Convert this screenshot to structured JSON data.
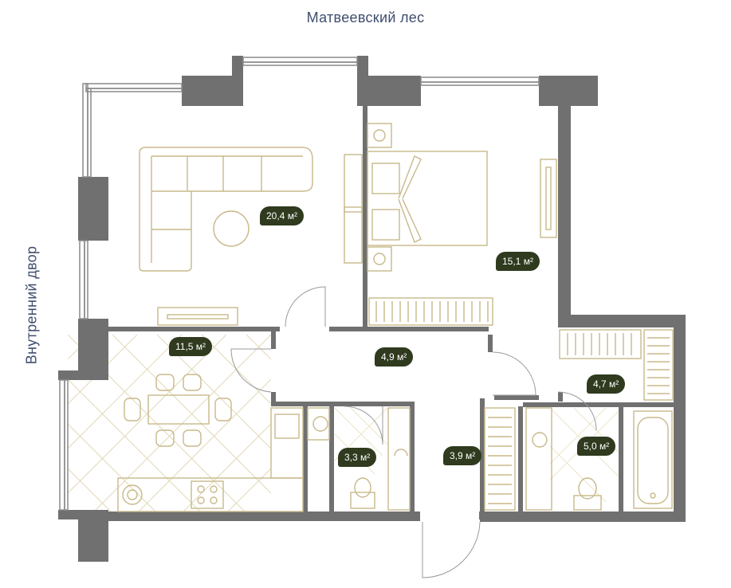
{
  "labels": {
    "top": "Матвеевский лес",
    "side": "Внутренний двор"
  },
  "rooms": [
    {
      "key": "living",
      "area": "20,4 м²"
    },
    {
      "key": "bedroom",
      "area": "15,1 м²"
    },
    {
      "key": "kitchen",
      "area": "11,5 м²"
    },
    {
      "key": "hall",
      "area": "4,9 м²"
    },
    {
      "key": "wardrobe",
      "area": "4,7 м²"
    },
    {
      "key": "wc",
      "area": "3,3 м²"
    },
    {
      "key": "storage",
      "area": "3,9 м²"
    },
    {
      "key": "bath",
      "area": "5,0 м²"
    }
  ],
  "colors": {
    "wall": "#707070",
    "furniture": "#c8b98a",
    "badge": "#2f3a1e",
    "label": "#3e4d6e"
  }
}
